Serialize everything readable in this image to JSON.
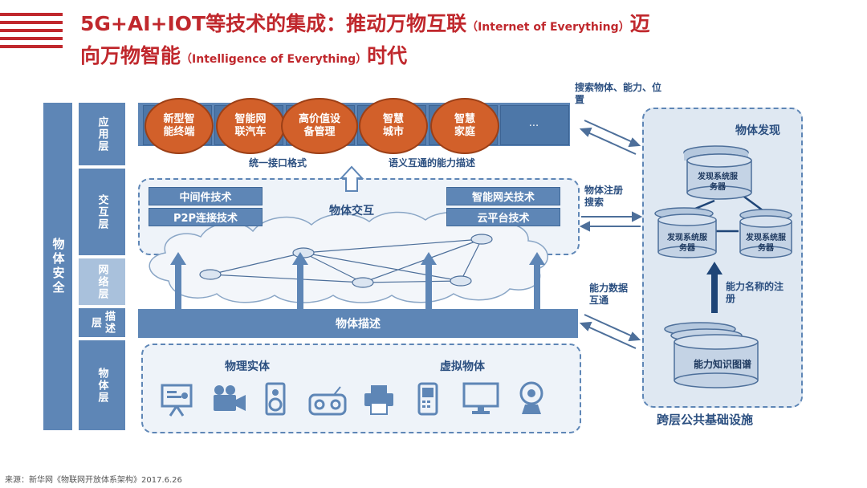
{
  "title": {
    "part1": "5G+AI+IOT等技术的集成：推动万物互联",
    "part2": "（Internet of Everything）",
    "part3": "迈",
    "part4": "向万物智能",
    "part5": "（Intelligence of Everything）",
    "part6": "时代"
  },
  "left": {
    "security": "物体安全",
    "layers": [
      "应用层",
      "交互层",
      "网络层",
      "描述层",
      "物体层"
    ]
  },
  "apps": [
    "新型智能终端",
    "智能网联汽车",
    "高价值设备管理",
    "智慧城市",
    "智慧家庭",
    "..."
  ],
  "under_apps": {
    "left": "统一接口格式",
    "right": "语义互通的能力描述"
  },
  "interaction": {
    "title": "物体交互",
    "left_techs": [
      "中间件技术",
      "P2P连接技术"
    ],
    "right_techs": [
      "智能网关技术",
      "云平台技术"
    ]
  },
  "description_bar": "物体描述",
  "objects": {
    "physical": "物理实体",
    "virtual": "虚拟物体"
  },
  "arrow_labels": {
    "top": "搜索物体、能力、位置",
    "middle": "物体注册搜索",
    "bottom": "能力数据互通"
  },
  "right_panel": {
    "title": "物体发现",
    "servers": [
      "发现系统服务器",
      "发现系统服务器",
      "发现系统服务器"
    ],
    "register_label": "能力名称的注册",
    "knowledge": "能力知识图谱",
    "footer": "跨层公共基础设施"
  },
  "source": "来源：新华网《物联网开放体系架构》2017.6.26",
  "colors": {
    "accent_red": "#c0282d",
    "layer_blue": "#5e86b6",
    "app_orange": "#d2602a"
  },
  "icons": [
    "presentation-board-icon",
    "video-camera-icon",
    "speaker-icon",
    "radio-icon",
    "printer-icon",
    "mobile-phone-icon",
    "monitor-icon",
    "webcam-icon"
  ]
}
